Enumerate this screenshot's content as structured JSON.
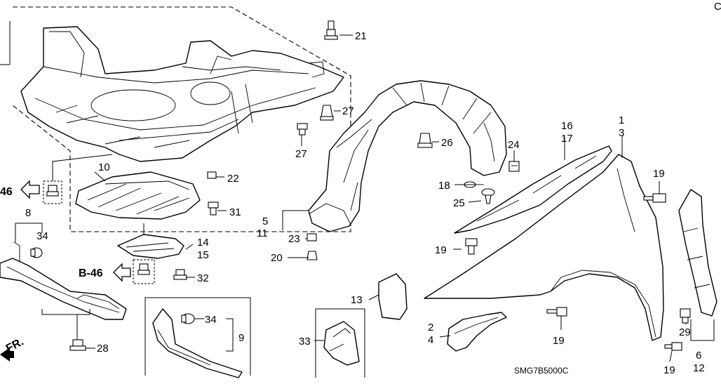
{
  "callouts": {
    "c1": "1",
    "c2": "2",
    "c3": "3",
    "c4": "4",
    "c5": "5",
    "c6": "6",
    "c8": "8",
    "c9": "9",
    "c10": "10",
    "c11": "11",
    "c12": "12",
    "c13": "13",
    "c14": "14",
    "c15": "15",
    "c16": "16",
    "c17": "17",
    "c18": "18",
    "c19a": "19",
    "c19b": "19",
    "c19c": "19",
    "c19d": "19",
    "c20": "20",
    "c21": "21",
    "c22": "22",
    "c23": "23",
    "c24": "24",
    "c25": "25",
    "c26": "26",
    "c27a": "27",
    "c27b": "27",
    "c28": "28",
    "c29": "29",
    "c31": "31",
    "c32": "32",
    "c33": "33",
    "c34a": "34",
    "c34b": "34"
  },
  "refs": {
    "ref_46": "46",
    "ref_b46": "B-46",
    "front_label": "FR."
  },
  "diagram_code": "SMG7B5000C",
  "corner_mark": "C"
}
